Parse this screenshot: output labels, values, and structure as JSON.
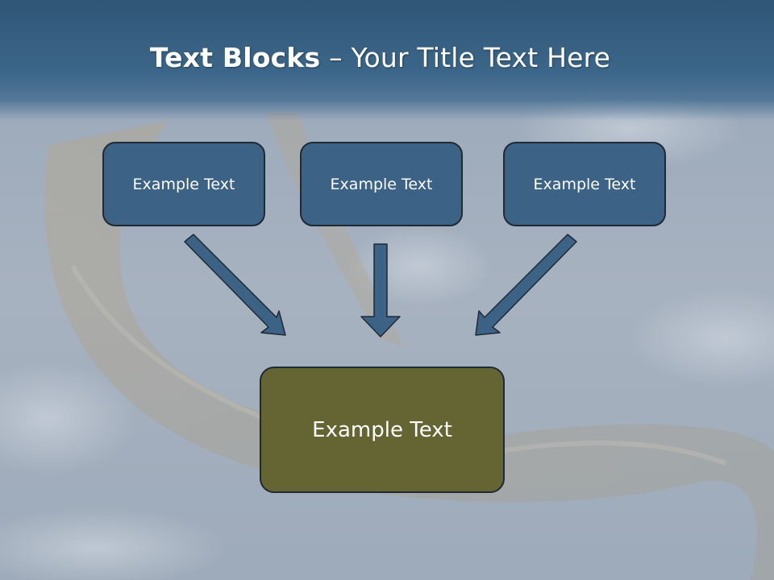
{
  "slide": {
    "title_bold": "Text Blocks",
    "title_rest": "– Your Title Text Here"
  },
  "diagram": {
    "boxes": [
      {
        "label": "Example Text"
      },
      {
        "label": "Example Text"
      },
      {
        "label": "Example Text"
      }
    ],
    "target": {
      "label": "Example Text"
    }
  },
  "colors": {
    "title_bar": "#3c6689",
    "box_blue": "#3c6286",
    "box_olive": "#656433",
    "arrow": "#3c6286",
    "outline": "#1f2a35"
  }
}
